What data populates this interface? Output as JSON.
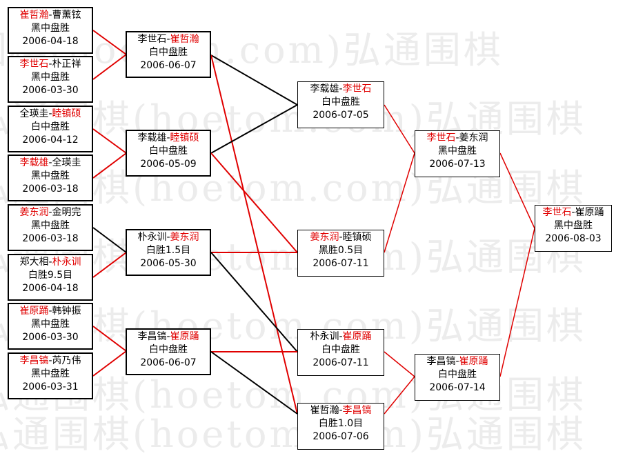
{
  "watermark": "弘通围棋(hoetom.com)弘通围棋",
  "colors": {
    "winner": "#e00000",
    "line_red": "#e00000",
    "line_black": "#000000",
    "watermark": "#ececec"
  },
  "round1": [
    {
      "p1": "崔哲瀚",
      "p2": "曹薰铉",
      "winner": 1,
      "result": "黑中盘胜",
      "date": "2006-04-18"
    },
    {
      "p1": "李世石",
      "p2": "朴正祥",
      "winner": 1,
      "result": "黑中盘胜",
      "date": "2006-03-30"
    },
    {
      "p1": "全瑛圭",
      "p2": "睦镇硕",
      "winner": 2,
      "result": "白中盘胜",
      "date": "2006-04-12"
    },
    {
      "p1": "李载雄",
      "p2": "全瑛圭",
      "winner": 1,
      "result": "黑中盘胜",
      "date": "2006-03-18"
    },
    {
      "p1": "姜东润",
      "p2": "金明完",
      "winner": 1,
      "result": "黑中盘胜",
      "date": "2006-03-18"
    },
    {
      "p1": "郑大相",
      "p2": "朴永训",
      "winner": 2,
      "result": "白胜9.5目",
      "date": "2006-04-18"
    },
    {
      "p1": "崔原踊",
      "p2": "韩钟振",
      "winner": 1,
      "result": "黑中盘胜",
      "date": "2006-03-30"
    },
    {
      "p1": "李昌镐",
      "p2": "芮乃伟",
      "winner": 1,
      "result": "黑中盘胜",
      "date": "2006-03-31"
    }
  ],
  "round2": [
    {
      "p1": "李世石",
      "p2": "崔哲瀚",
      "winner": 2,
      "result": "白中盘胜",
      "date": "2006-06-07"
    },
    {
      "p1": "李载雄",
      "p2": "睦镇硕",
      "winner": 2,
      "result": "白中盘胜",
      "date": "2006-05-09"
    },
    {
      "p1": "朴永训",
      "p2": "姜东润",
      "winner": 2,
      "result": "白胜1.5目",
      "date": "2006-05-30"
    },
    {
      "p1": "李昌镐",
      "p2": "崔原踊",
      "winner": 2,
      "result": "白中盘胜",
      "date": "2006-06-07"
    }
  ],
  "round3": [
    {
      "p1": "李载雄",
      "p2": "李世石",
      "winner": 2,
      "result": "白中盘胜",
      "date": "2006-07-05"
    },
    {
      "p1": "姜东润",
      "p2": "睦镇硕",
      "winner": 1,
      "result": "黑胜0.5目",
      "date": "2006-07-11"
    },
    {
      "p1": "朴永训",
      "p2": "崔原踊",
      "winner": 2,
      "result": "白中盘胜",
      "date": "2006-07-11"
    },
    {
      "p1": "崔哲瀚",
      "p2": "李昌镐",
      "winner": 2,
      "result": "白胜1.0目",
      "date": "2006-07-06"
    }
  ],
  "round4": [
    {
      "p1": "李世石",
      "p2": "姜东润",
      "winner": 1,
      "result": "黑中盘胜",
      "date": "2006-07-13"
    },
    {
      "p1": "李昌镐",
      "p2": "崔原踊",
      "winner": 2,
      "result": "白中盘胜",
      "date": "2006-07-14"
    }
  ],
  "final": {
    "p1": "李世石",
    "p2": "崔原踊",
    "winner": 1,
    "result": "黑中盘胜",
    "date": "2006-08-03"
  }
}
